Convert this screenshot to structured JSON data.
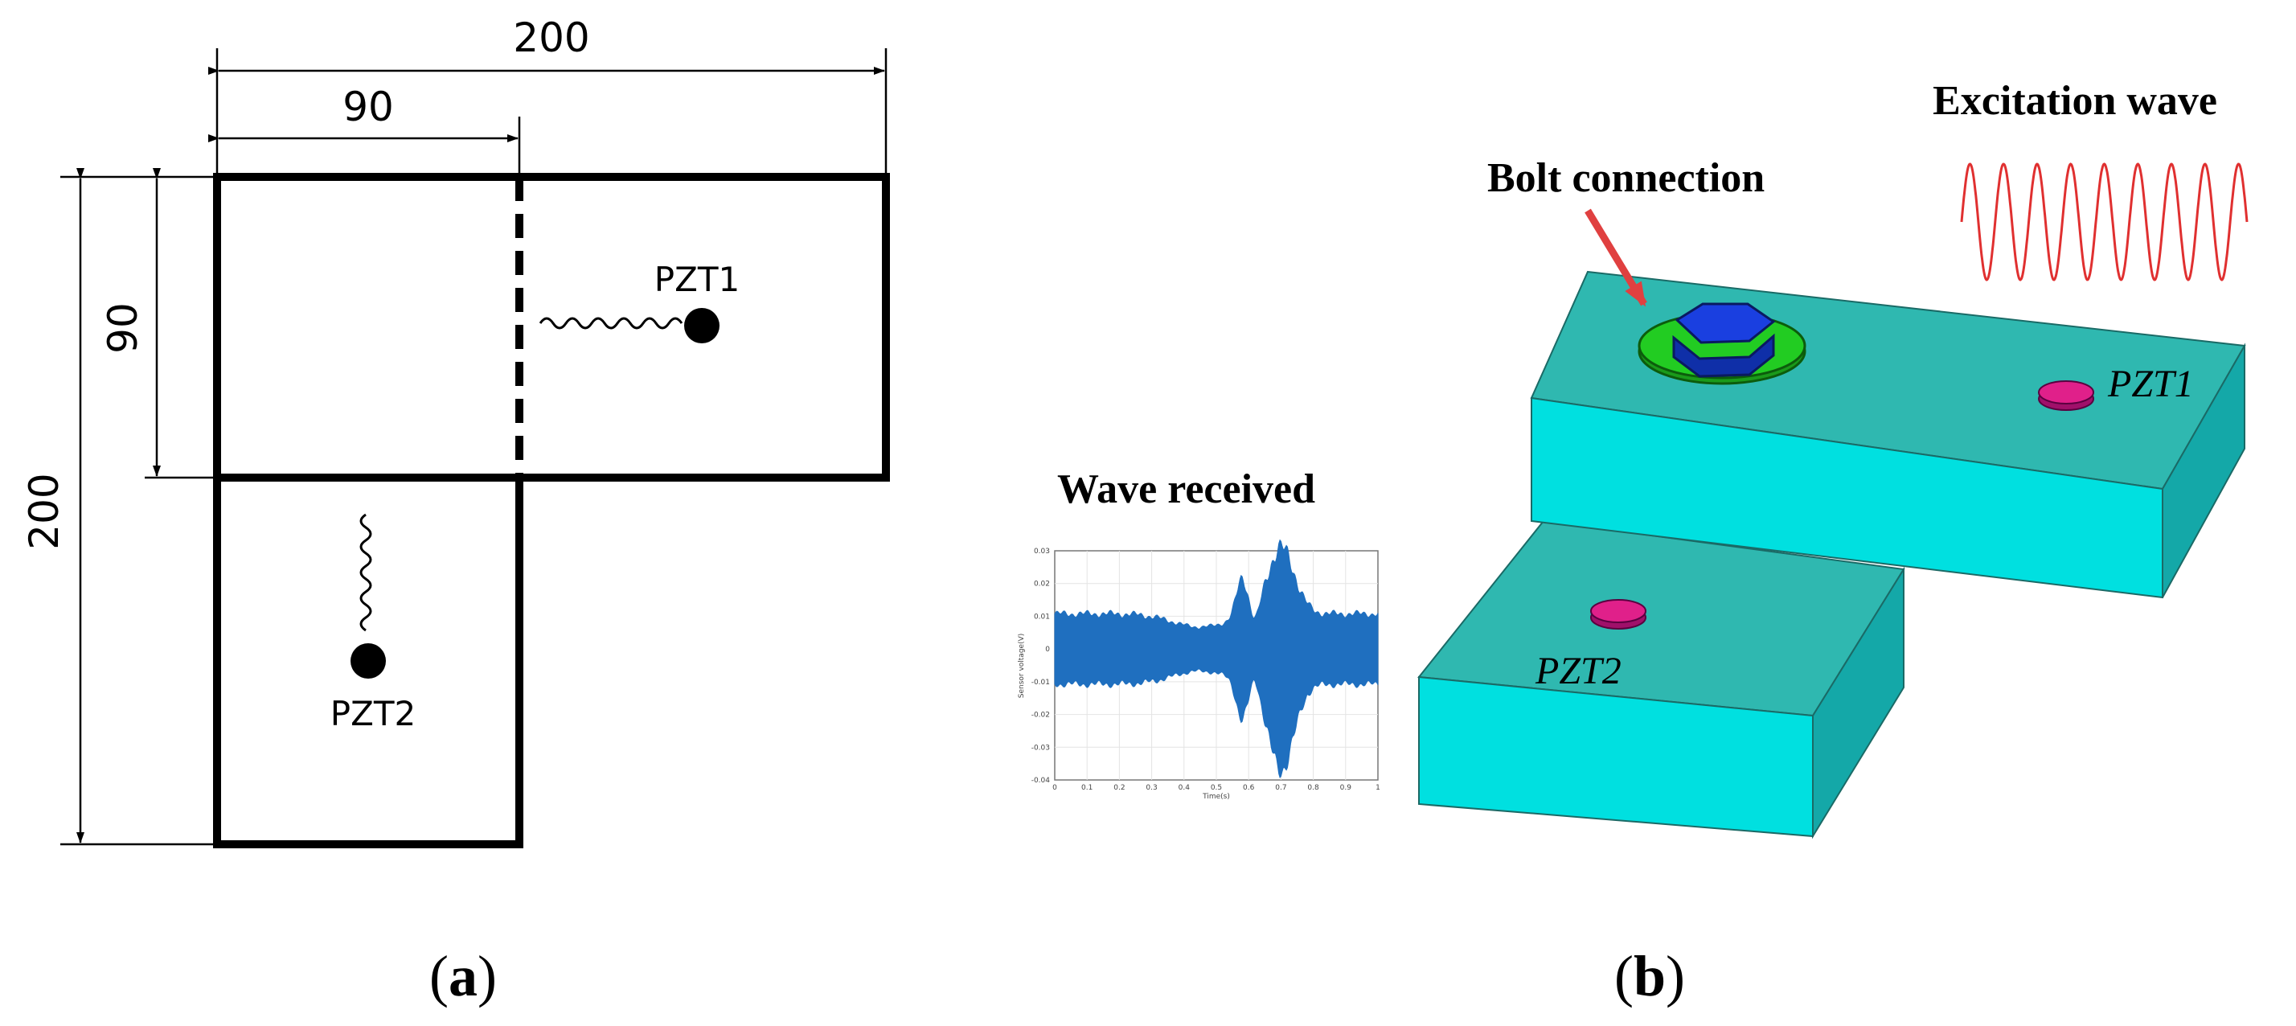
{
  "panel_a": {
    "dim_top": "200",
    "dim_top_inner": "90",
    "dim_left_outer": "200",
    "dim_left_inner": "90",
    "pzt1": "PZT1",
    "pzt2": "PZT2",
    "label_open": "(",
    "label_letter": "a",
    "label_close": ")"
  },
  "panel_b": {
    "excitation_label": "Excitation wave",
    "bolt_label": "Bolt connection",
    "received_label": "Wave received",
    "pzt1": "PZT1",
    "pzt2": "PZT2",
    "label_open": "(",
    "label_letter": "b",
    "label_close": ")",
    "plot": {
      "ylabel": "Sensor voltage(V)",
      "xlabel": "Time(s)",
      "y_ticks": [
        "0.03",
        "0.02",
        "0.01",
        "0",
        "-0.01",
        "-0.02",
        "-0.03",
        "-0.04"
      ],
      "x_ticks": [
        "0",
        "0.1",
        "0.2",
        "0.3",
        "0.4",
        "0.5",
        "0.6",
        "0.7",
        "0.8",
        "0.9",
        "1"
      ]
    }
  },
  "colors": {
    "plate_top": "#2fb8b0",
    "plate_side": "#00e0e0",
    "plate_side_dark": "#14a8a8",
    "bolt_nut": "#1a3fe0",
    "washer": "#22cc22",
    "pzt": "#e0208a",
    "excitation": "#e03030",
    "received": "#1f6fbf",
    "arrow": "#e04040"
  }
}
